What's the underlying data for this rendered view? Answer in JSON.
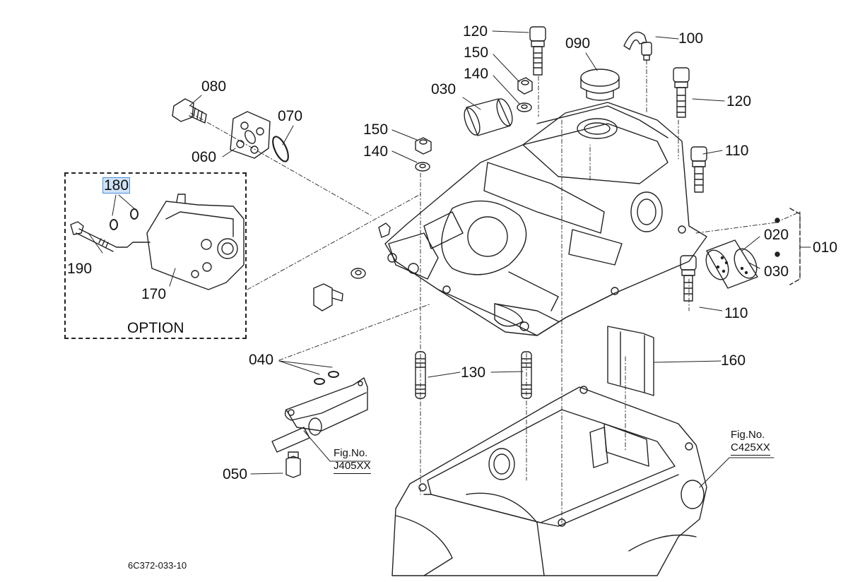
{
  "diagram": {
    "figure_code": "6C372-033-10",
    "option_label": "OPTION",
    "selected_part": "180",
    "fig_refs": [
      {
        "label": "Fig.No.",
        "number": "J405XX"
      },
      {
        "label": "Fig.No.",
        "number": "C425XX"
      }
    ],
    "part_labels": {
      "p010": "010",
      "p020": "020",
      "p030_left": "030",
      "p030_right": "030",
      "p040": "040",
      "p050": "050",
      "p060": "060",
      "p070": "070",
      "p080": "080",
      "p090": "090",
      "p100": "100",
      "p110_top": "110",
      "p110_bottom": "110",
      "p120_top": "120",
      "p120_right": "120",
      "p130": "130",
      "p140_top": "140",
      "p140_mid": "140",
      "p150_top": "150",
      "p150_mid": "150",
      "p160": "160",
      "p170": "170",
      "p180": "180",
      "p190": "190"
    }
  }
}
